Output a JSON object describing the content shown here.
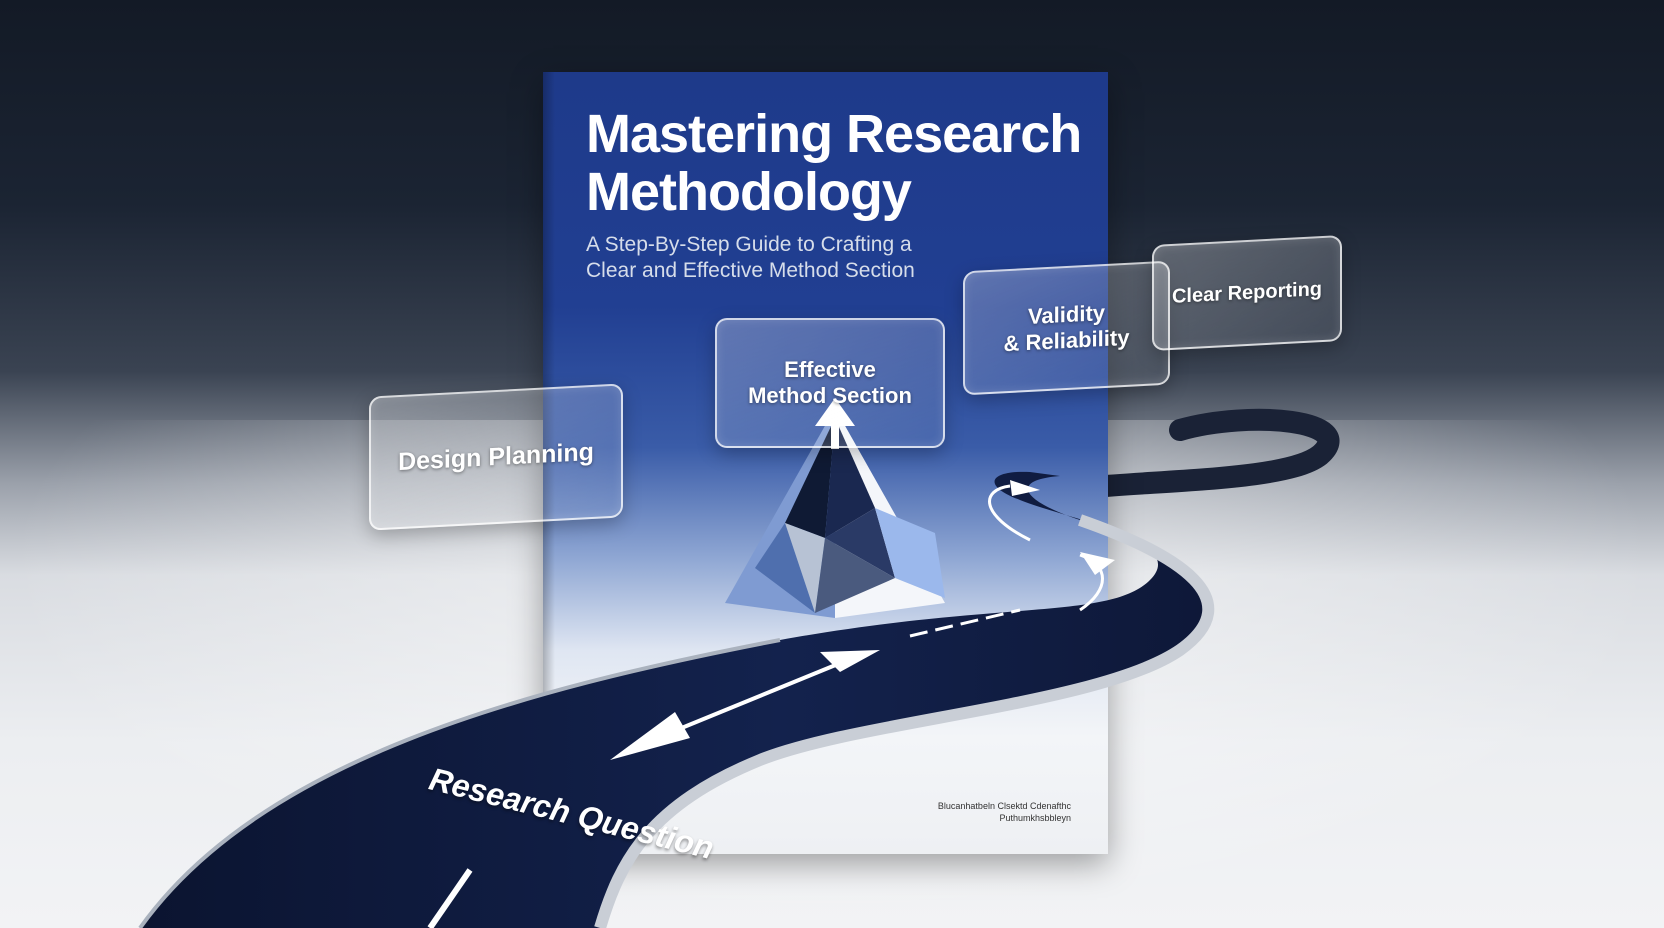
{
  "book": {
    "title_line1": "Mastering Research",
    "title_line2": "Methodology",
    "subtitle_line1": "A Step-By-Step Guide to Crafting a",
    "subtitle_line2": "Clear and Effective Method Section",
    "publisher_line1": "Blucanhatbeln Clsektd Cdenafthc",
    "publisher_line2": "Puthumkhsbbleyn"
  },
  "cards": {
    "design": "Design Planning",
    "effective_line1": "Effective",
    "effective_line2": "Method Section",
    "validity_line1": "Validity",
    "validity_line2": "& Reliability",
    "clear": "Clear Reporting"
  },
  "road": {
    "label": "Research Question"
  },
  "colors": {
    "book_blue": "#1e3a8a",
    "road_navy": "#0f1b3d",
    "background_dark": "#131a26",
    "floor_light": "#eceef1"
  }
}
